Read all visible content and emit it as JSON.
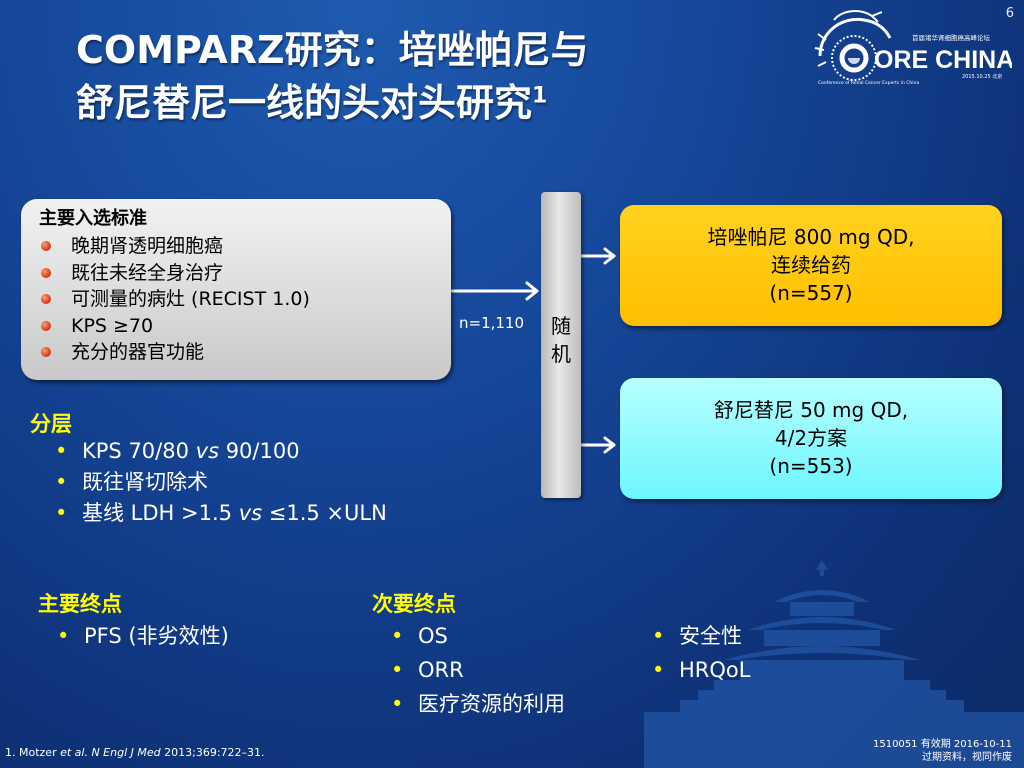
{
  "page_number": "6",
  "title": {
    "line1": "COMPARZ研究：培唑帕尼与",
    "line2": "舒尼替尼一线的头对头研究",
    "superscript": "1"
  },
  "logo": {
    "text": "ORE CHINA",
    "subtitle": "首届诸华肾细胞癌高峰论坛",
    "ring_text": "Conference of Renal Cancer Experts in China",
    "date": "2015.10.25 北京"
  },
  "inclusion": {
    "title": "主要入选标准",
    "items": [
      "晚期肾透明细胞癌",
      "既往未经全身治疗",
      "可测量的病灶 (RECIST 1.0)",
      "KPS ≥70",
      "充分的器官功能"
    ]
  },
  "n_label": "n=1,110",
  "randomization": {
    "line1": "随",
    "line2": "机"
  },
  "arm_pazopanib": {
    "line1": "培唑帕尼 800 mg QD,",
    "line2": "连续给药",
    "line3": "(n=557)"
  },
  "arm_sunitinib": {
    "line1": "舒尼替尼 50 mg QD,",
    "line2": "4/2方案",
    "line3": "(n=553)"
  },
  "stratification": {
    "title": "分层",
    "items": [
      {
        "pre": "KPS 70/80 ",
        "em": "vs",
        "post": " 90/100"
      },
      {
        "pre": "既往肾切除术",
        "em": "",
        "post": ""
      },
      {
        "pre": "基线 LDH >1.5 ",
        "em": "vs",
        "post": " ≤1.5 ×ULN"
      }
    ]
  },
  "primary_endpoint": {
    "title": "主要终点",
    "items": [
      "PFS (非劣效性)"
    ]
  },
  "secondary_endpoints": {
    "title": "次要终点",
    "col1": [
      "OS",
      "ORR",
      "医疗资源的利用"
    ],
    "col2": [
      "安全性",
      "HRQoL"
    ]
  },
  "bullet_char": "•",
  "footnote": {
    "pre": "1.  Motzer ",
    "em": "et al. N Engl J Med",
    "post": " 2013;369:722–31."
  },
  "doc_code": {
    "line1": "1510051  有效期  2016-10-11",
    "line2": "过期资料，视同作废"
  },
  "colors": {
    "background": "#16489a",
    "heading_yellow": "#ffff00",
    "pazopanib_box": "#ffc000",
    "sunitinib_box": "#7cf8ff",
    "criteria_box": "#dcdcdc",
    "criteria_bullet": "#e04a1e"
  },
  "icons": {
    "logo": "dragon-logo-icon",
    "skyline": "temple-of-heaven-silhouette"
  }
}
